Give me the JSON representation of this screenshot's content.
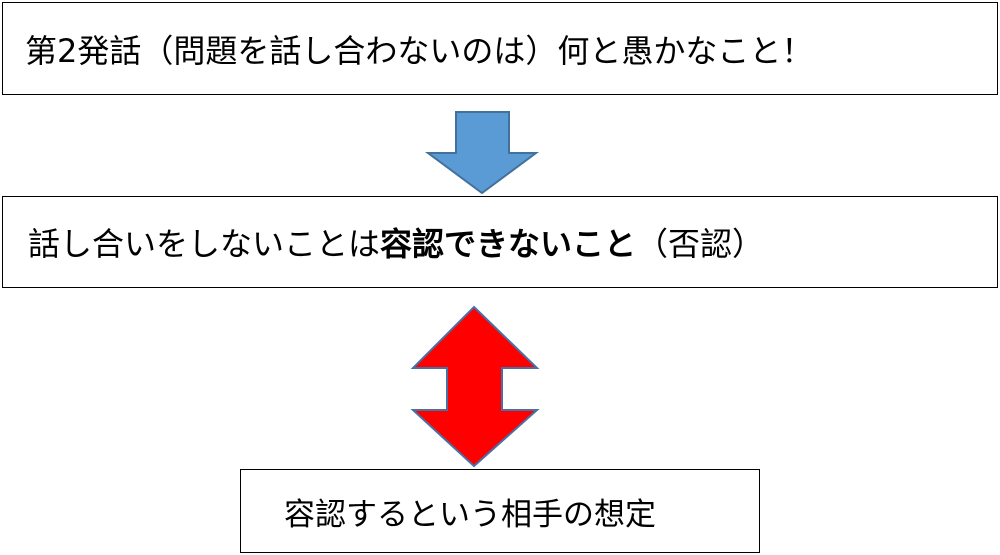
{
  "boxes": {
    "top": {
      "text": "第2発話（問題を話し合わないのは）何と愚かなこと！"
    },
    "middle": {
      "text_plain": "話し合いをしないことは",
      "text_bold": "容認できないこと",
      "text_plain_after": "（否認）"
    },
    "bottom": {
      "text": "容認するという相手の想定"
    }
  },
  "arrows": {
    "down": {
      "fill": "#5b9bd5",
      "stroke": "#41719c"
    },
    "double": {
      "fill": "#ff0000",
      "stroke": "#4a6fa5"
    }
  }
}
